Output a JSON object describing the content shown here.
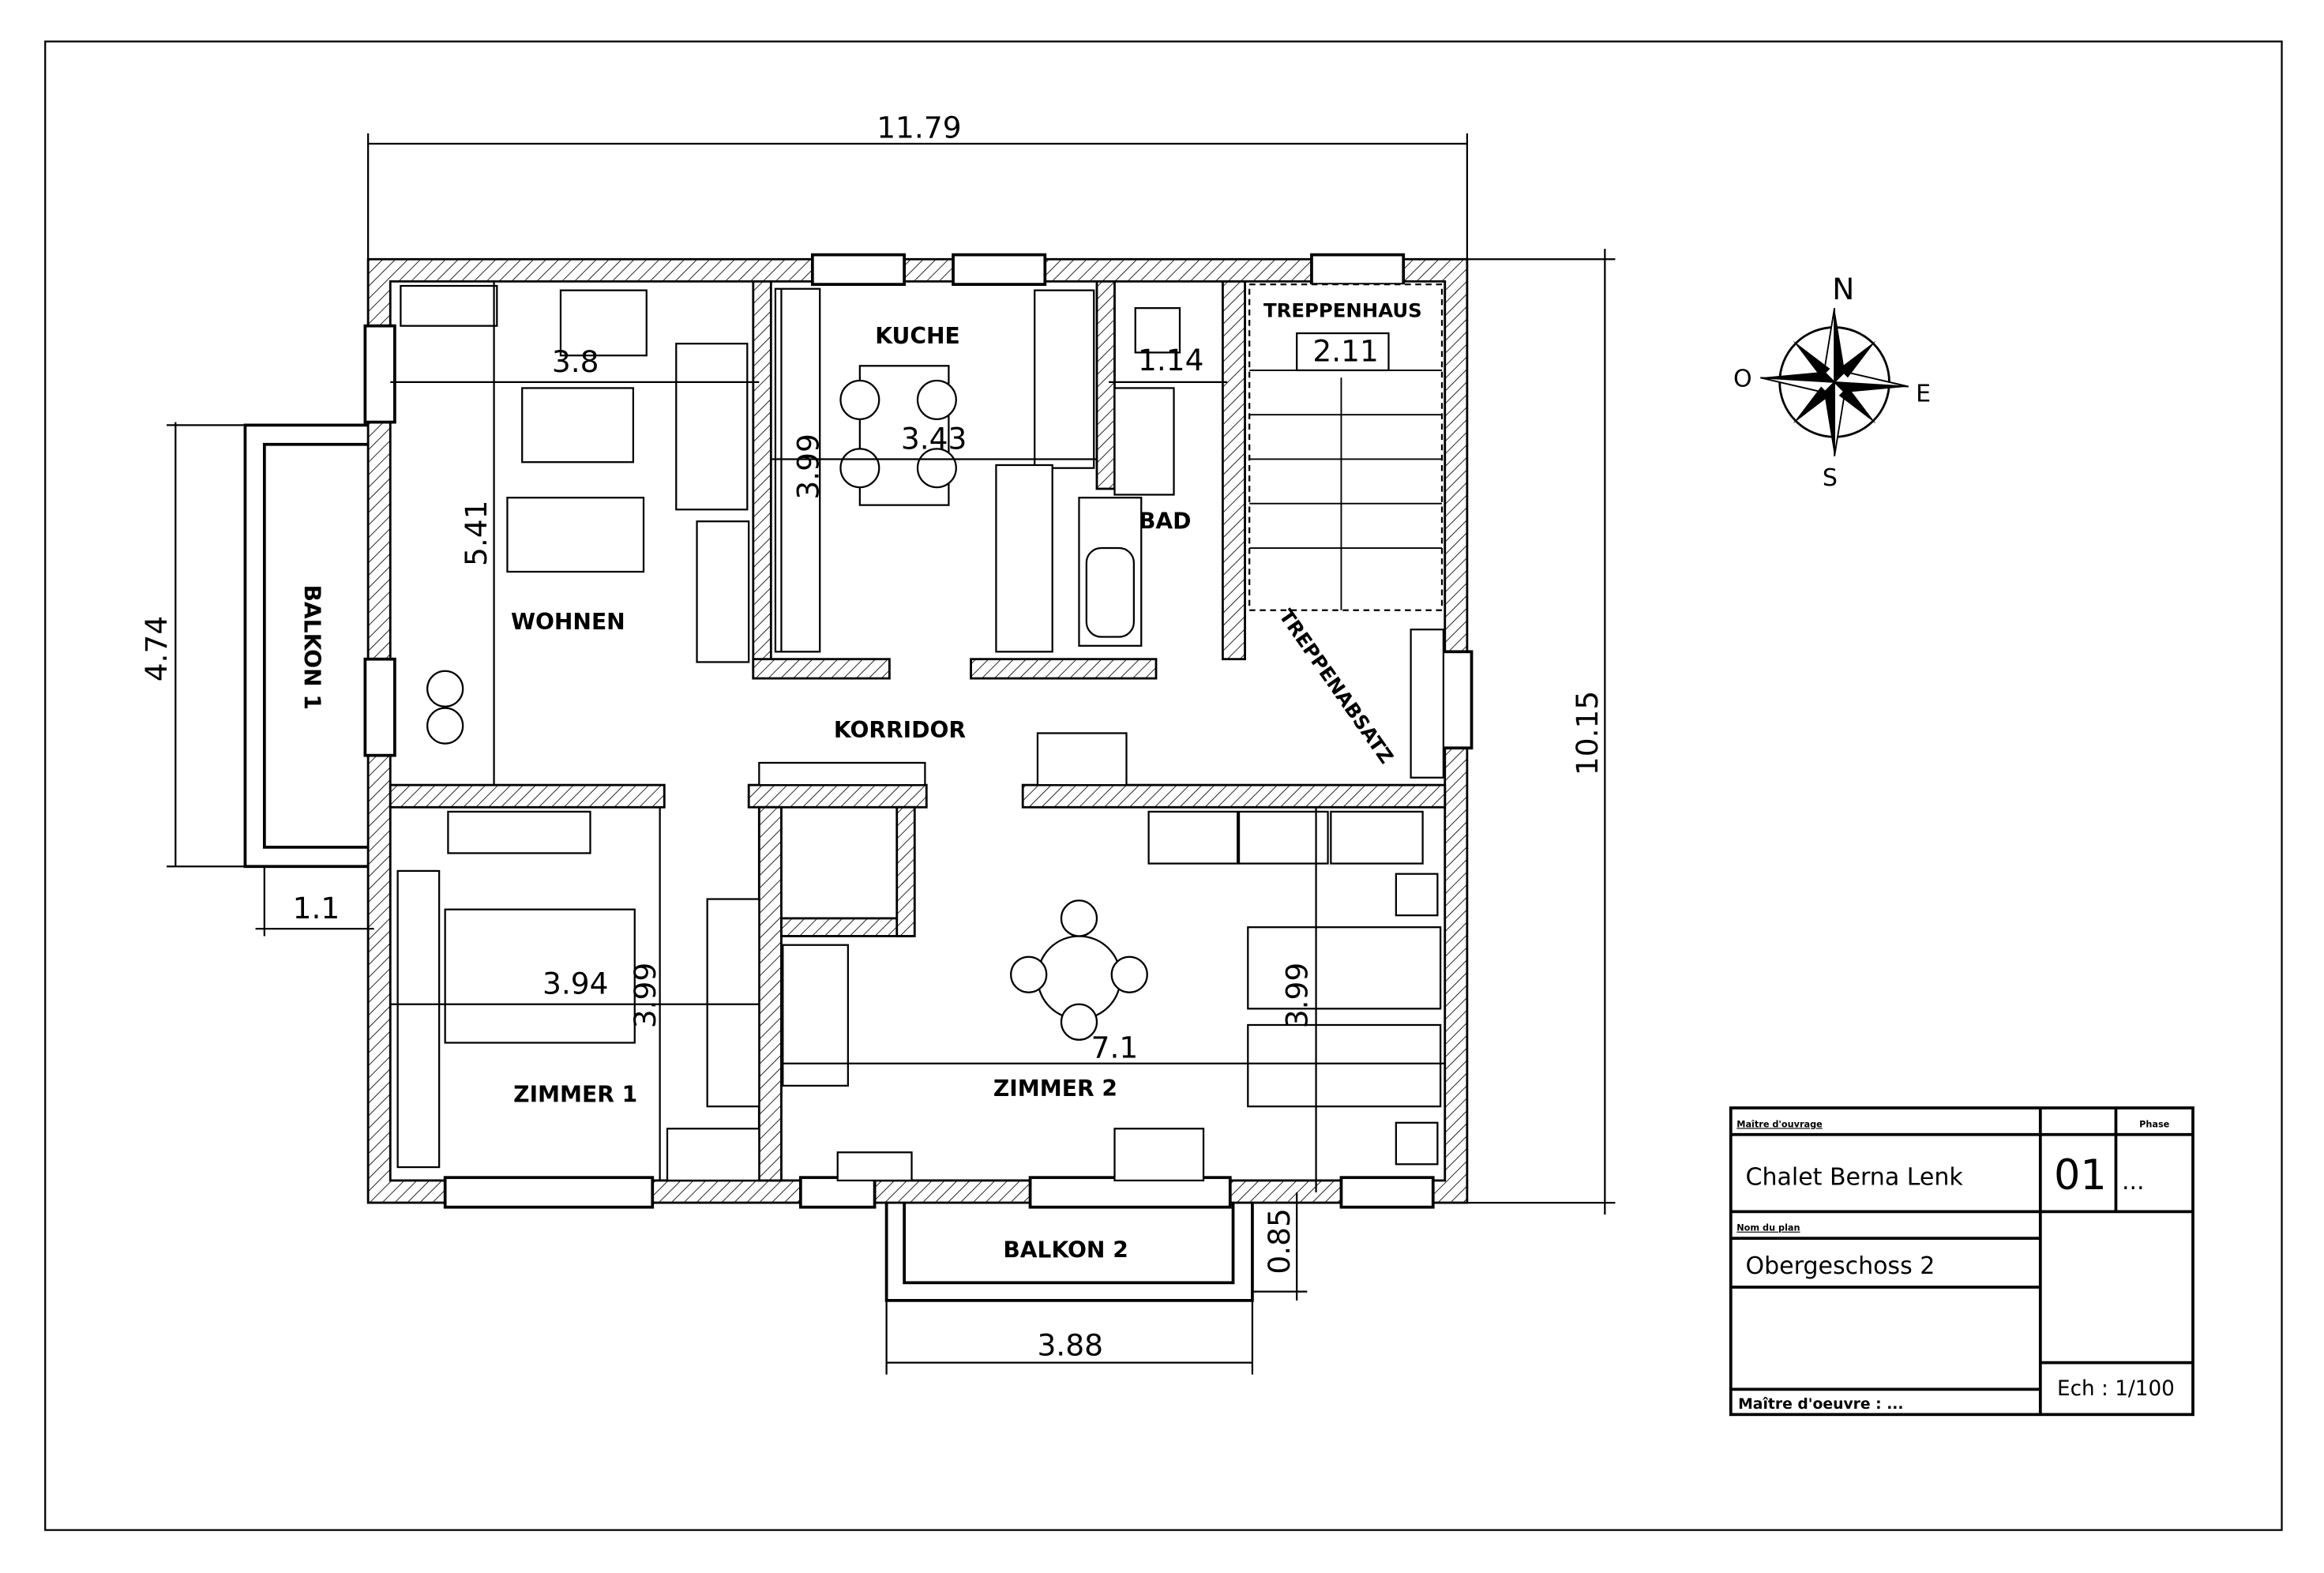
{
  "plan": {
    "rooms": {
      "kuche": "KUCHE",
      "bad": "BAD",
      "treppenhaus": "TREPPENHAUS",
      "wohnen": "WOHNEN",
      "korridor": "KORRIDOR",
      "treppenabsatz": "TREPPENABSATZ",
      "zimmer1": "ZIMMER  1",
      "zimmer2": "ZIMMER  2",
      "balkon1": "BALKON  1",
      "balkon2": "BALKON  2"
    },
    "dimensions": {
      "overall_width": "11.79",
      "overall_depth": "10.15",
      "balkon1_length": "4.74",
      "balkon1_depth": "1.1",
      "balkon2_length": "3.88",
      "balkon2_depth": "0.85",
      "wohnen_width": "3.8",
      "wohnen_depth": "5.41",
      "kuche_depth": "3.99",
      "kuche_width": "3.43",
      "bad_width": "1.14",
      "treppenhaus_width": "2.11",
      "zimmer1_width": "3.94",
      "zimmer1_depth": "3.99",
      "zimmer2_width": "7.1",
      "zimmer2_depth": "3.99"
    }
  },
  "compass": {
    "north": "N",
    "south": "S",
    "east": "E",
    "west": "O"
  },
  "title_block": {
    "owner_label": "Maître d'ouvrage",
    "project_name": "Chalet Berna Lenk",
    "plan_name_label": "Nom du plan",
    "plan_name": "Obergeschoss 2",
    "sheet_number": "01",
    "phase_label": "Phase",
    "phase_value": "...",
    "scale": "Ech : 1/100",
    "architect": "Maître d'oeuvre : ..."
  }
}
